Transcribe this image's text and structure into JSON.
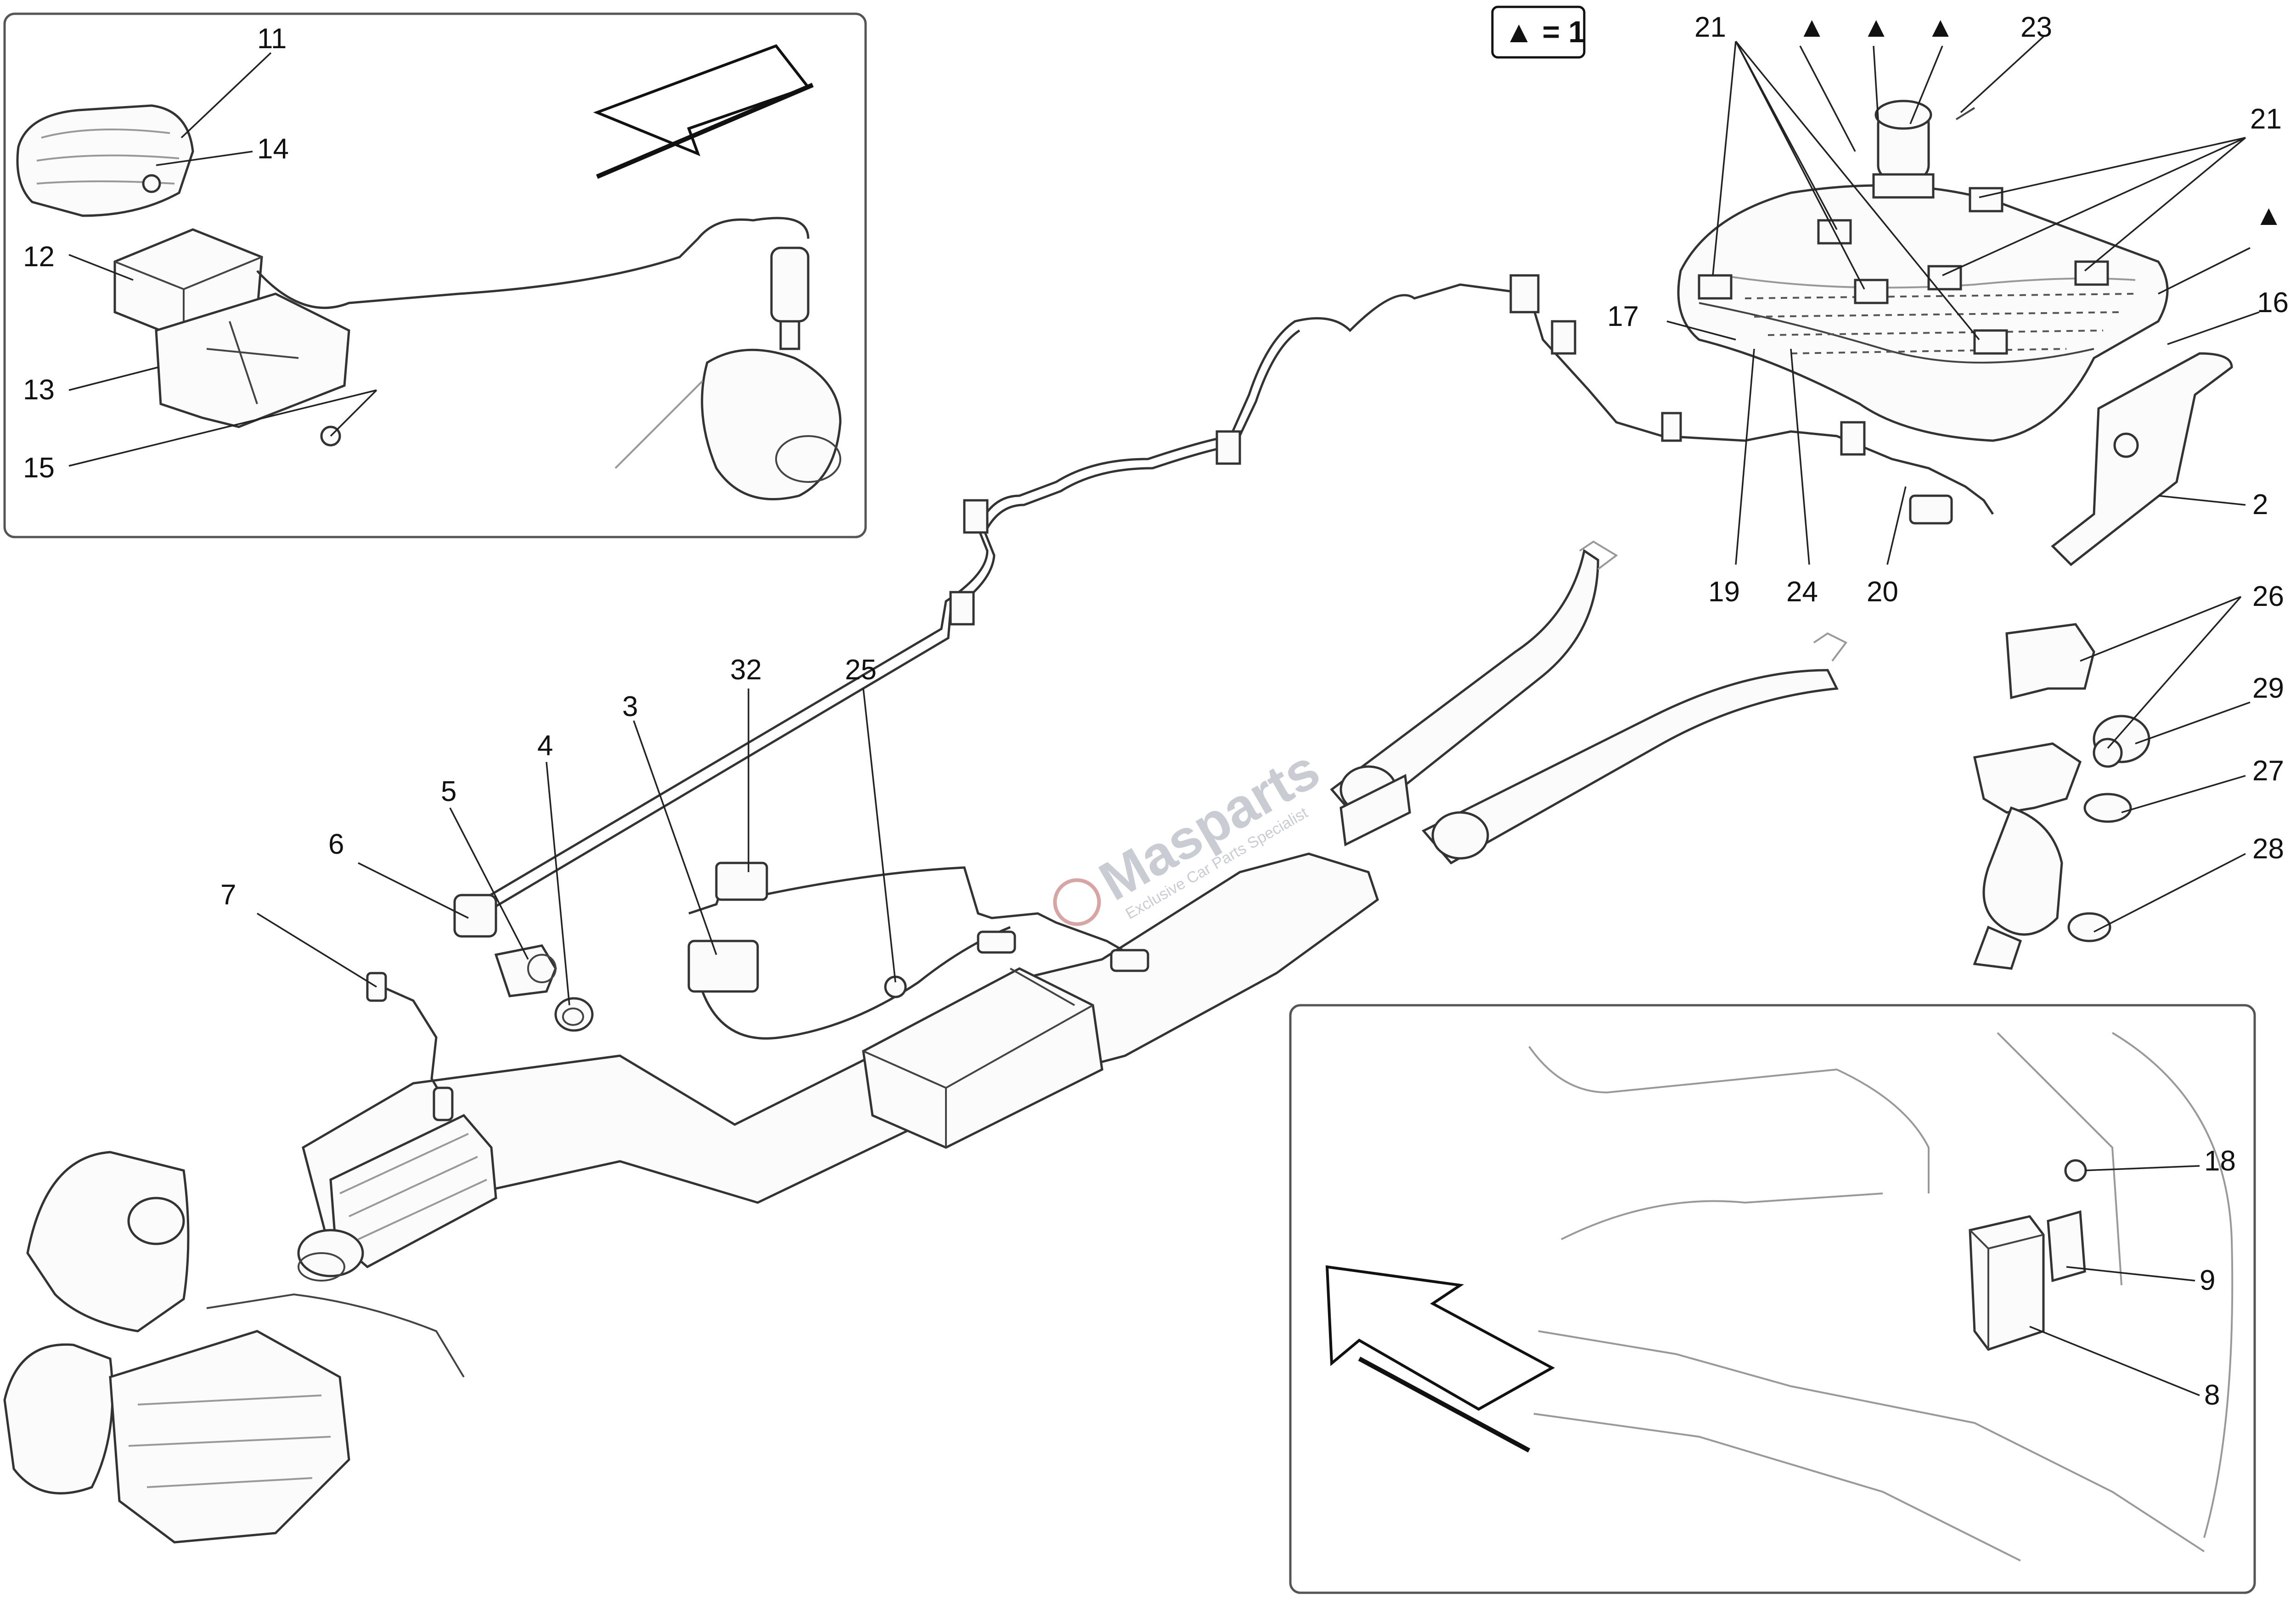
{
  "legend": {
    "triangle": "▲",
    "text": "= 1"
  },
  "watermark": {
    "title": "Masparts",
    "subtitle": "Exclusive Car Parts Specialist"
  },
  "callouts": {
    "c11": "11",
    "c14": "14",
    "c12": "12",
    "c13": "13",
    "c15": "15",
    "c21a": "21",
    "c21b": "21",
    "c23": "23",
    "c16": "16",
    "c17": "17",
    "c2": "2",
    "c19": "19",
    "c24": "24",
    "c20": "20",
    "c26": "26",
    "c29": "29",
    "c27": "27",
    "c28": "28",
    "c32": "32",
    "c25": "25",
    "c3": "3",
    "c4": "4",
    "c5": "5",
    "c6": "6",
    "c7": "7",
    "c18": "18",
    "c9": "9",
    "c8": "8"
  },
  "triangles": {
    "t1": "▲",
    "t2": "▲",
    "t3": "▲",
    "t4": "▲"
  }
}
